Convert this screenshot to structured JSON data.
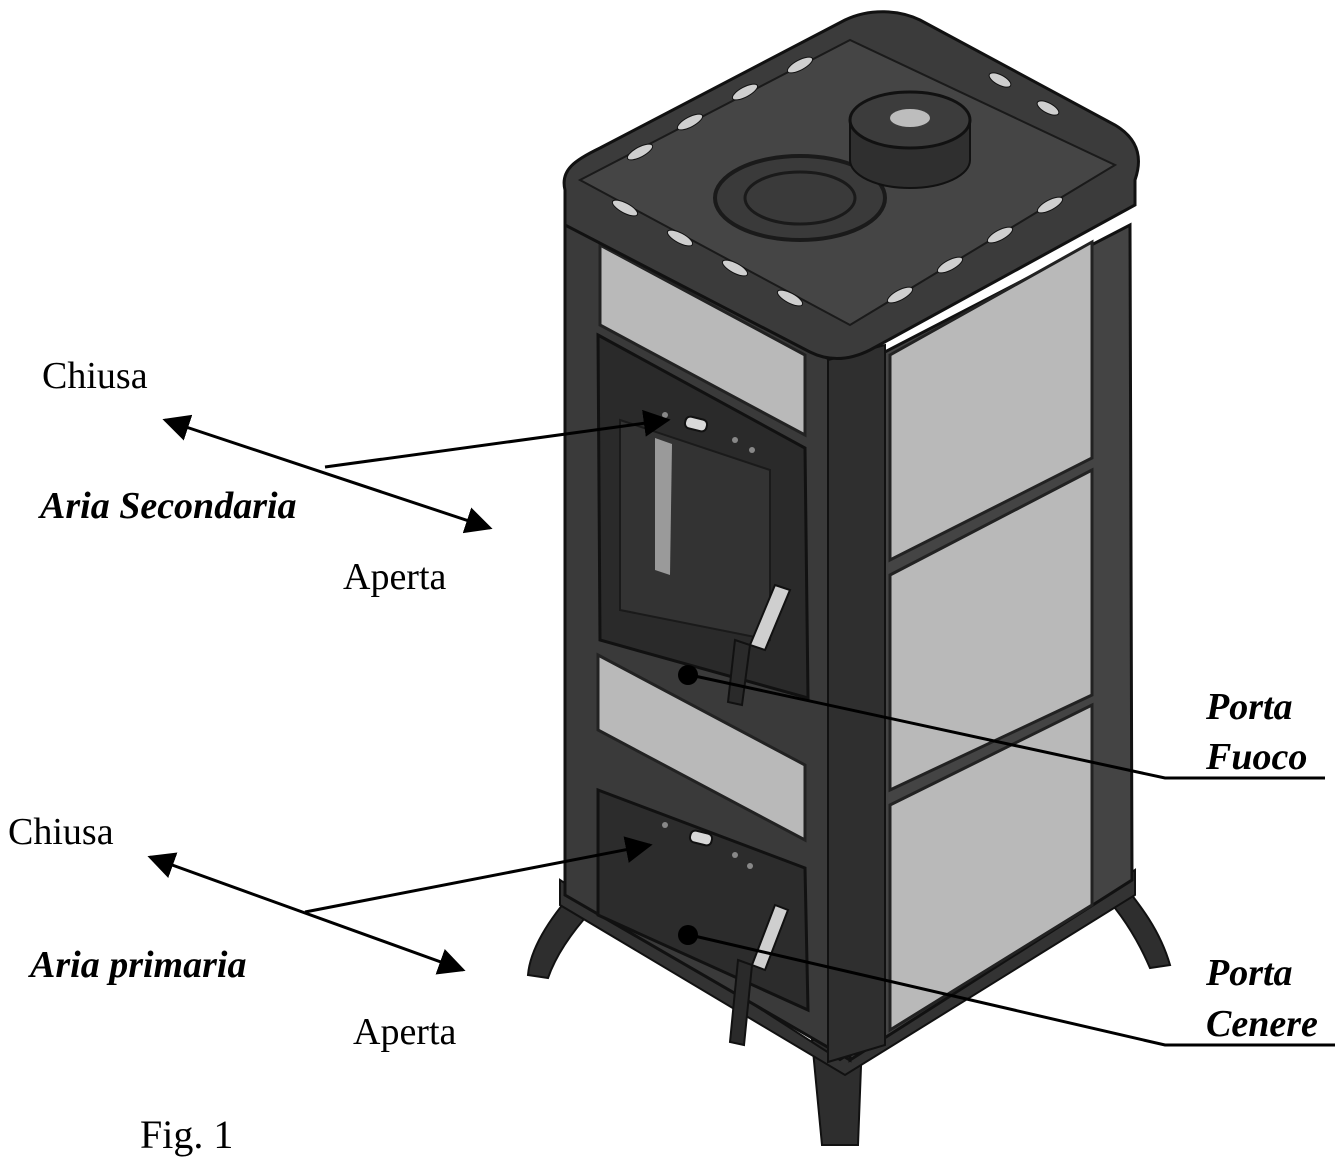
{
  "labels": {
    "secondary_closed": "Chiusa",
    "secondary_name": "Aria Secondaria",
    "secondary_open": "Aperta",
    "primary_closed": "Chiusa",
    "primary_name": "Aria primaria",
    "primary_open": "Aperta",
    "fire_door_line1": "Porta",
    "fire_door_line2": "Fuoco",
    "ash_door_line1": "Porta",
    "ash_door_line2": "Cenere",
    "figure_caption": "Fig. 1"
  },
  "colors": {
    "stove_dark": "#3a3a3a",
    "stove_darker": "#262626",
    "tile_light": "#b9b9b9",
    "line": "#000000"
  }
}
